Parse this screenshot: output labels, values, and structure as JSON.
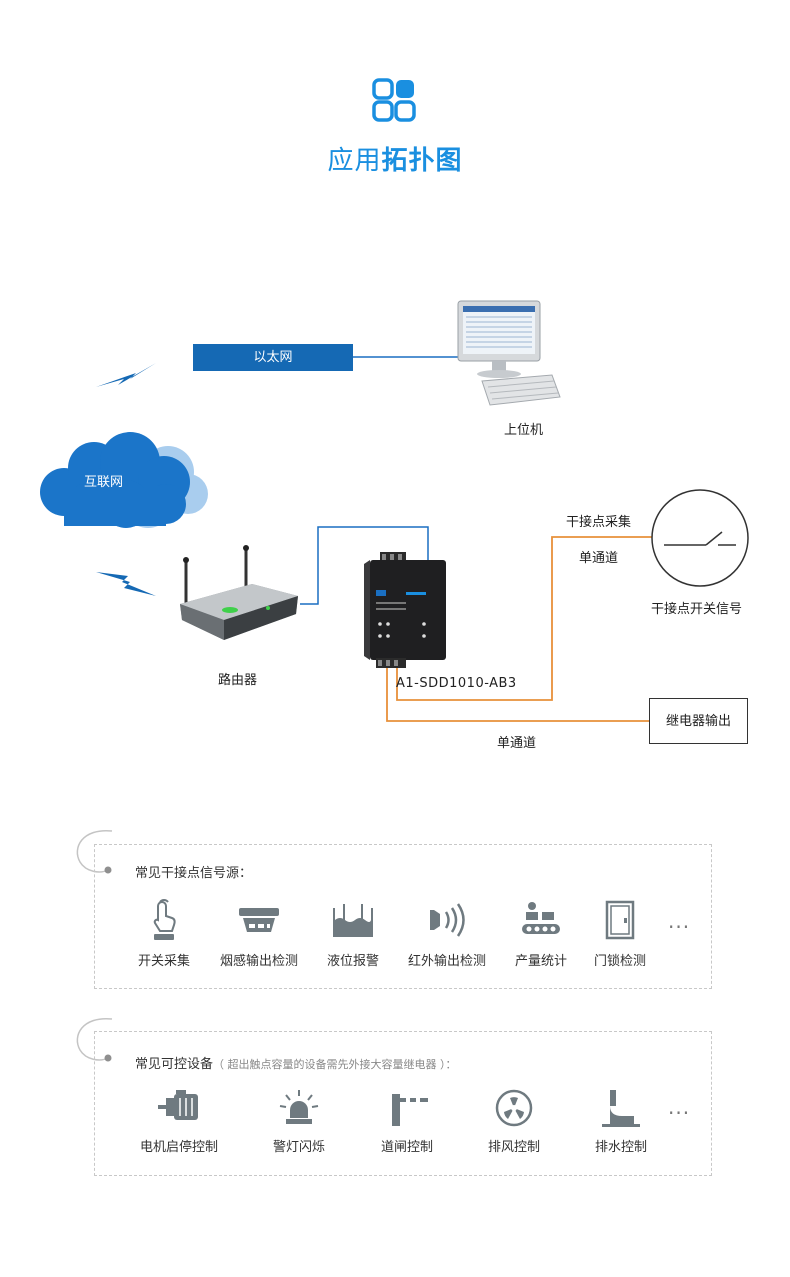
{
  "header": {
    "title_light": "应用",
    "title_bold": "拓扑图"
  },
  "topology": {
    "ethernet": "以太网",
    "internet": "互联网",
    "host": "上位机",
    "router": "路由器",
    "dry_contact_collect": "干接点采集",
    "single_channel_top": "单通道",
    "dry_contact_signal": "干接点开关信号",
    "model": "A1-SDD1010-AB3",
    "relay_output": "继电器输出",
    "single_channel_bottom": "单通道"
  },
  "panel1": {
    "title": "常见干接点信号源：",
    "items": [
      {
        "label": "开关采集",
        "icon": "hand-press-icon"
      },
      {
        "label": "烟感输出检测",
        "icon": "smoke-detector-icon"
      },
      {
        "label": "液位报警",
        "icon": "liquid-level-icon"
      },
      {
        "label": "红外输出检测",
        "icon": "infrared-icon"
      },
      {
        "label": "产量统计",
        "icon": "conveyor-icon"
      },
      {
        "label": "门锁检测",
        "icon": "door-icon"
      }
    ],
    "more": "···"
  },
  "panel2": {
    "title": "常见可控设备",
    "note": "（ 超出触点容量的设备需先外接大容量继电器 ）：",
    "items": [
      {
        "label": "电机启停控制",
        "icon": "motor-icon"
      },
      {
        "label": "警灯闪烁",
        "icon": "alarm-light-icon"
      },
      {
        "label": "道闸控制",
        "icon": "barrier-gate-icon"
      },
      {
        "label": "排风控制",
        "icon": "fan-icon"
      },
      {
        "label": "排水控制",
        "icon": "drain-pipe-icon"
      }
    ],
    "more": "···"
  },
  "colors": {
    "accent": "#1a8fe0",
    "ethernet": "#1569b4",
    "orange_line": "#e8903a",
    "blue_line": "#1a6fc2",
    "icon_gray": "#6f7a80"
  }
}
